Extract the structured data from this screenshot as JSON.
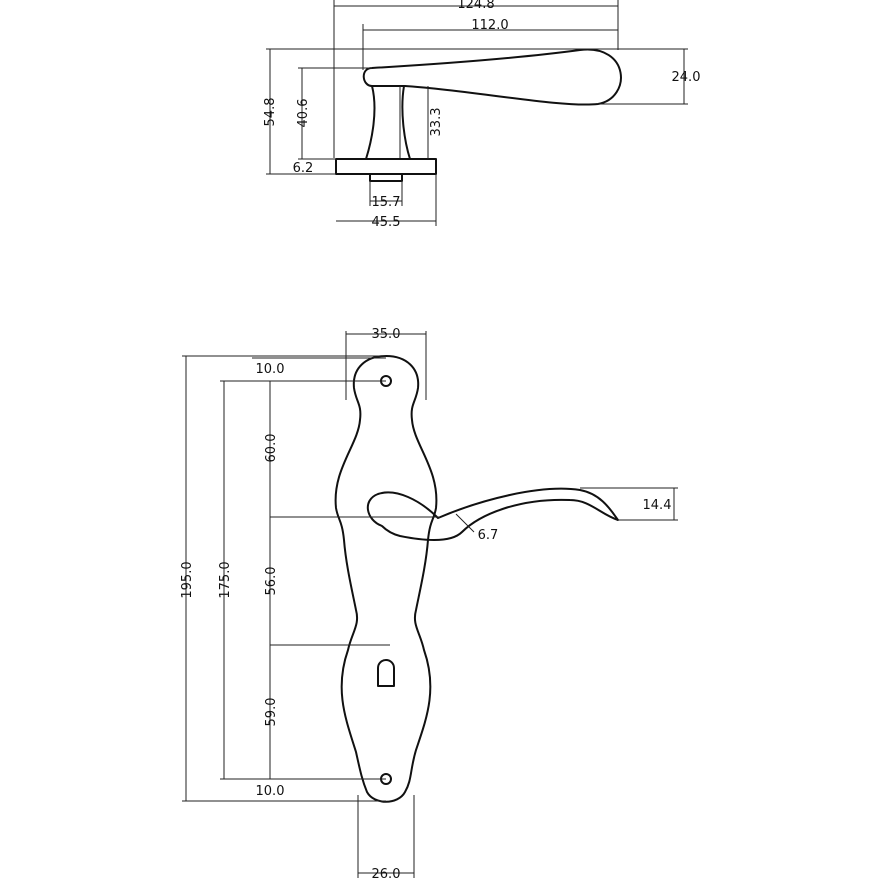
{
  "colors": {
    "line": "#111111",
    "background": "#ffffff"
  },
  "side_view": {
    "dims": {
      "total_length": "124.8",
      "lever_length": "112.0",
      "grip_height": "24.0",
      "total_height": "54.8",
      "neck_height": "40.6",
      "collar_height": "33.3",
      "rose_thickness": "6.2",
      "spindle_width": "15.7",
      "rose_diameter": "45.5"
    }
  },
  "front_view": {
    "dims": {
      "plate_width": "35.0",
      "top_hole_offset": "10.0",
      "hole_to_lever": "60.0",
      "lever_to_keyhole": "56.0",
      "keyhole_to_hole": "59.0",
      "bottom_hole_offset": "10.0",
      "hole_spacing": "175.0",
      "plate_height": "195.0",
      "lever_tip": "14.4",
      "lever_thickness": "6.7",
      "base_width": "26.0"
    }
  }
}
